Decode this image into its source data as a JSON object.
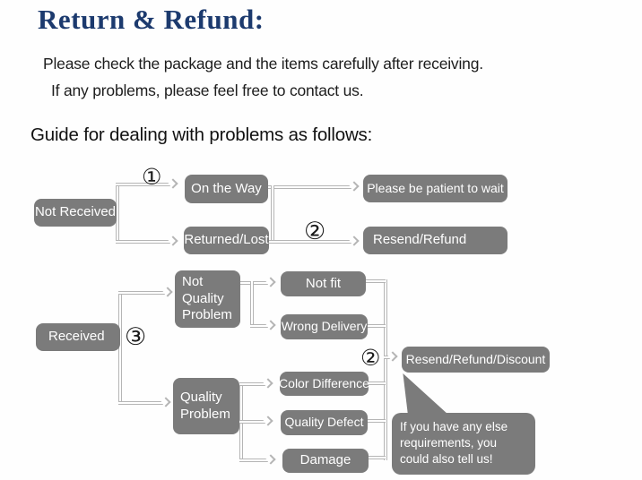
{
  "header": {
    "title": "Return & Refund:",
    "line1": "Please check the package and the items carefully after receiving.",
    "line2": "If any problems, please feel free to contact us.",
    "guide": "Guide for dealing with problems as follows:"
  },
  "flow": {
    "not_received": "Not Received",
    "on_the_way": "On the Way",
    "returned_lost": "Returned/Lost",
    "please_wait": "Please be patient to wait",
    "resend_refund": "Resend/Refund",
    "received": "Received",
    "not_quality_problem": "Not Quality Problem",
    "quality_problem": "Quality Problem",
    "not_fit": "Not fit",
    "wrong_delivery": "Wrong Delivery",
    "color_difference": "Color Difference",
    "quality_defect": "Quality Defect",
    "damage": "Damage",
    "resend_refund_discount": "Resend/Refund/Discount",
    "bubble": "If you have any else requirements, you could also tell us!",
    "marker1": "①",
    "marker2": "②",
    "marker3": "③"
  },
  "colors": {
    "title": "#1c3a6e",
    "text": "#1d1d1d",
    "node_bg": "#7b7b7b",
    "node_text": "#ffffff",
    "line": "#b5b5b5"
  }
}
